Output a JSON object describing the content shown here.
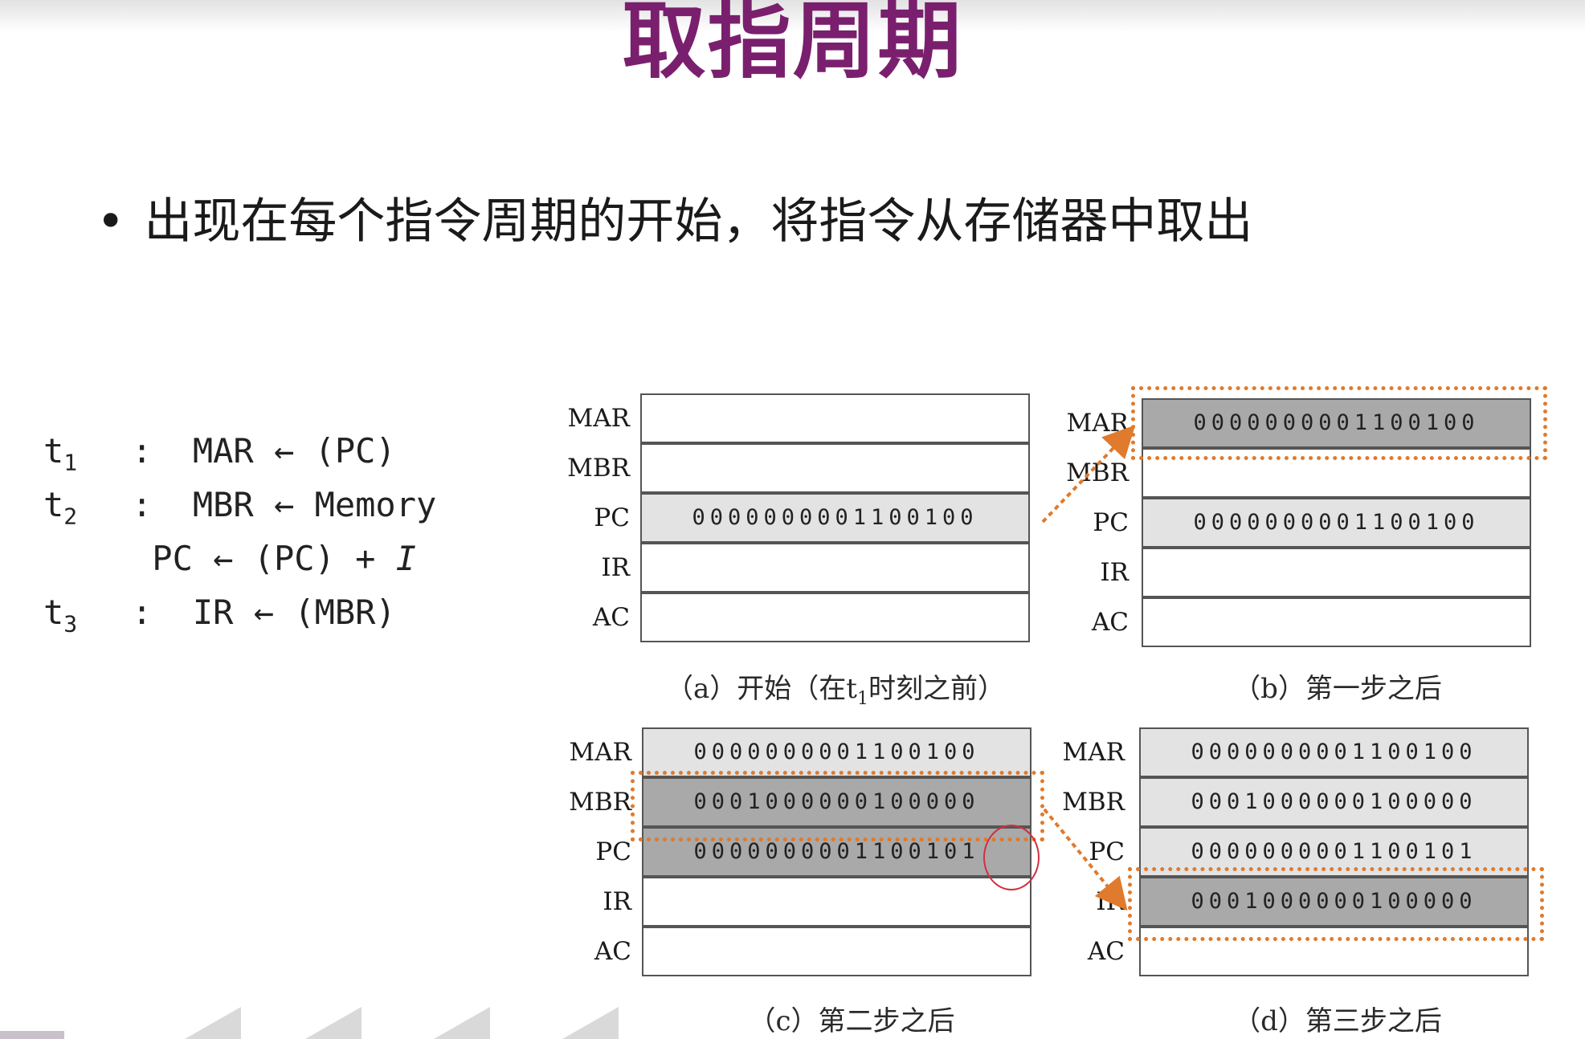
{
  "slide": {
    "title": "取指周期",
    "bullet": "出现在每个指令周期的开始，将指令从存储器中取出"
  },
  "rtl": {
    "t1": {
      "step": "t",
      "sub": "1",
      "text": ":  MAR ← (PC)"
    },
    "t2": {
      "step": "t",
      "sub": "2",
      "text": ":  MBR ← Memory"
    },
    "pc_inc": {
      "text": "PC ← (PC) + ",
      "italic": "I"
    },
    "t3": {
      "step": "t",
      "sub": "3",
      "text": ":  IR ← (MBR)"
    }
  },
  "registers": {
    "labels": {
      "mar": "MAR",
      "mbr": "MBR",
      "pc": "PC",
      "ir": "IR",
      "ac": "AC"
    }
  },
  "panels": {
    "a": {
      "caption_pre": "（a）开始（在t",
      "caption_sub": "1",
      "caption_post": "时刻之前）",
      "pc": "0000000001100100"
    },
    "b": {
      "caption": "（b）第一步之后",
      "mar": "0000000001100100",
      "pc": "0000000001100100"
    },
    "c": {
      "caption": "（c）第二步之后",
      "mar": "0000000001100100",
      "mbr": "0001000000100000",
      "pc": "0000000001100101"
    },
    "d": {
      "caption": "（d）第三步之后",
      "mar": "0000000001100100",
      "mbr": "0001000000100000",
      "pc": "0000000001100101",
      "ir": "0001000000100000"
    }
  },
  "colors": {
    "title": "#7a1f6e",
    "highlight": "#e07a2c",
    "circle": "#d03040",
    "register_light": "#e3e3e3",
    "register_dark": "#a9a9a9"
  }
}
